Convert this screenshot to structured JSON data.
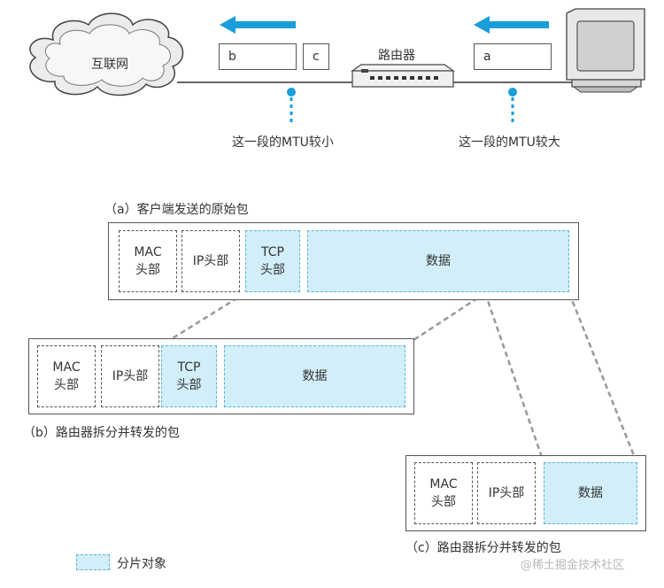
{
  "network": {
    "internet_label": "互联网",
    "router_label": "路由器",
    "packet_b": "b",
    "packet_c": "c",
    "packet_a": "a",
    "small_mtu_note": "这一段的MTU较小",
    "large_mtu_note": "这一段的MTU较大"
  },
  "packet_a": {
    "caption": "（a）客户端发送的原始包",
    "cells": [
      "MAC\n头部",
      "IP头部",
      "TCP\n头部",
      "数据"
    ]
  },
  "packet_b": {
    "caption": "（b）路由器拆分并转发的包",
    "cells": [
      "MAC\n头部",
      "IP头部",
      "TCP\n头部",
      "数据"
    ]
  },
  "packet_c": {
    "caption": "（c）路由器拆分并转发的包",
    "cells": [
      "MAC\n头部",
      "IP头部",
      "数据"
    ]
  },
  "legend": {
    "label": "分片对象"
  },
  "watermark": "@稀土掘金技术社区",
  "colors": {
    "fragment_fill": "#d2eef8",
    "fragment_border": "#5ab4d6",
    "arrow": "#1a9ed9"
  }
}
